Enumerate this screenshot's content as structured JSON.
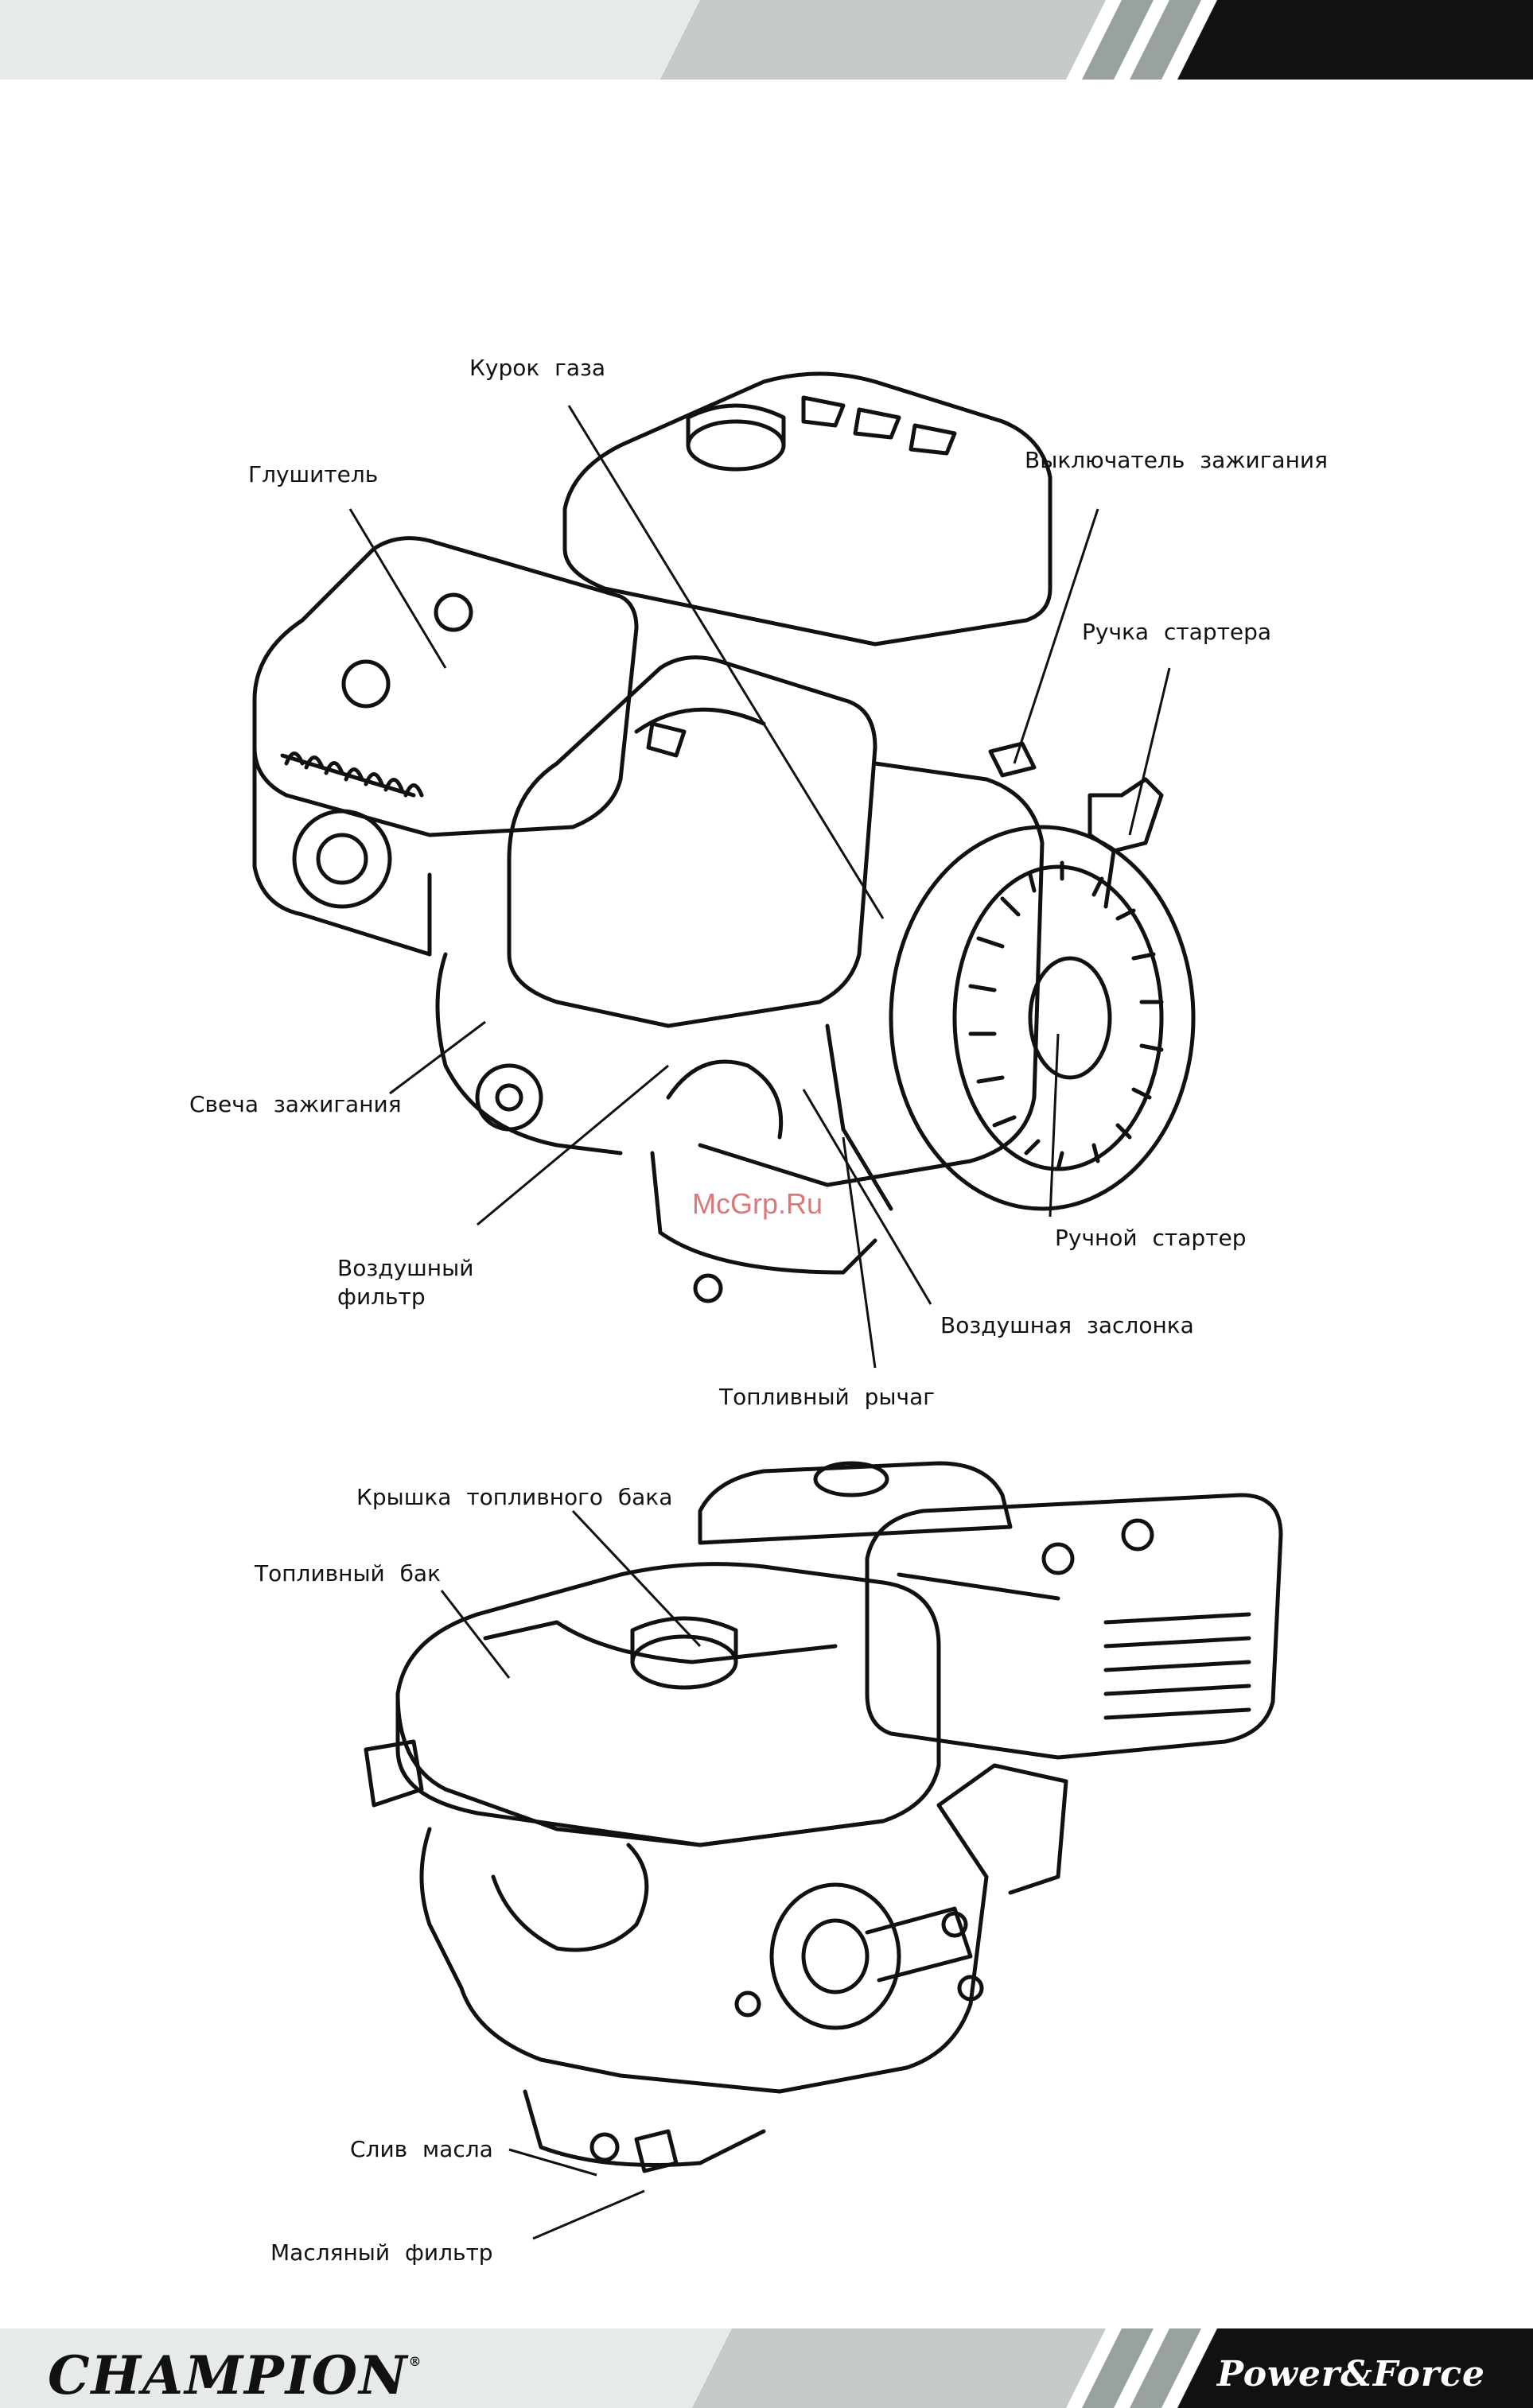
{
  "brand": {
    "logo_text": "CHAMPION",
    "registered_mark": "®",
    "slogan": "Power&Force"
  },
  "colors": {
    "band_light": "#d9dedb",
    "band_mid": "#b5bcb8",
    "band_dark": "#111111",
    "text": "#111111",
    "line": "#111111"
  },
  "watermark": "McGrp.Ru",
  "diagram_top": {
    "labels": {
      "throttle_lever": "Курок газа",
      "muffler": "Глушитель",
      "ignition_switch": "Выключатель зажигания",
      "starter_handle": "Ручка стартера",
      "spark_plug": "Свеча зажигания",
      "air_filter_line1": "Воздушный",
      "air_filter_line2": "фильтр",
      "recoil_starter": "Ручной стартер",
      "choke": "Воздушная заслонка",
      "fuel_lever": "Топливный рычаг"
    }
  },
  "diagram_bottom": {
    "labels": {
      "fuel_cap": "Крышка топливного бака",
      "fuel_tank": "Топливный бак",
      "oil_drain": "Слив масла",
      "oil_filter": "Масляный фильтр"
    }
  }
}
